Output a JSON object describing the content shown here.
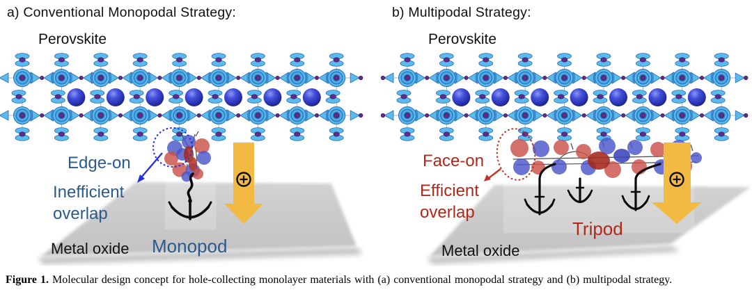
{
  "figure": {
    "panel_a": {
      "header": "a) Conventional Monopodal Strategy:",
      "lattice_label": "Perovskite",
      "orientation_label": "Edge-on",
      "overlap_line1": "Inefficient",
      "overlap_line2": "overlap",
      "anchor_label": "Monopod",
      "surface_label": "Metal oxide"
    },
    "panel_b": {
      "header": "b) Multipodal Strategy:",
      "lattice_label": "Perovskite",
      "orientation_label": "Face-on",
      "overlap_line1": "Efficient",
      "overlap_line2": "overlap",
      "anchor_label": "Tripod",
      "surface_label": "Metal oxide"
    },
    "caption": {
      "label": "Figure 1.",
      "text": " Molecular design concept for hole-collecting monolayer materials with (a) conventional monopodal strategy and (b) multipodal strategy."
    }
  },
  "icons": {
    "hole_plus": "circled-plus",
    "anchor": "anchor",
    "hole_transport": "thick-down-arrow",
    "annotation_pointer": "diagonal-arrow",
    "highlight_region": "dotted-circle"
  },
  "colors": {
    "label_blue": "#2B5A8C",
    "accent_blue": "#2431E0",
    "label_red": "#B3261A",
    "accent_red": "#C43122",
    "arrow_yellow": "#F2BA42",
    "surface_gray": "#C9C9C9",
    "cation_blue": "#2E3BC8",
    "orbital_blue": "#5ABAEE",
    "orbital_edge_blue": "#2B6DB4",
    "orbital_purple": "#5E2D8C",
    "lobe_red": "#C85048",
    "lobe_blue": "#4A55C8"
  }
}
